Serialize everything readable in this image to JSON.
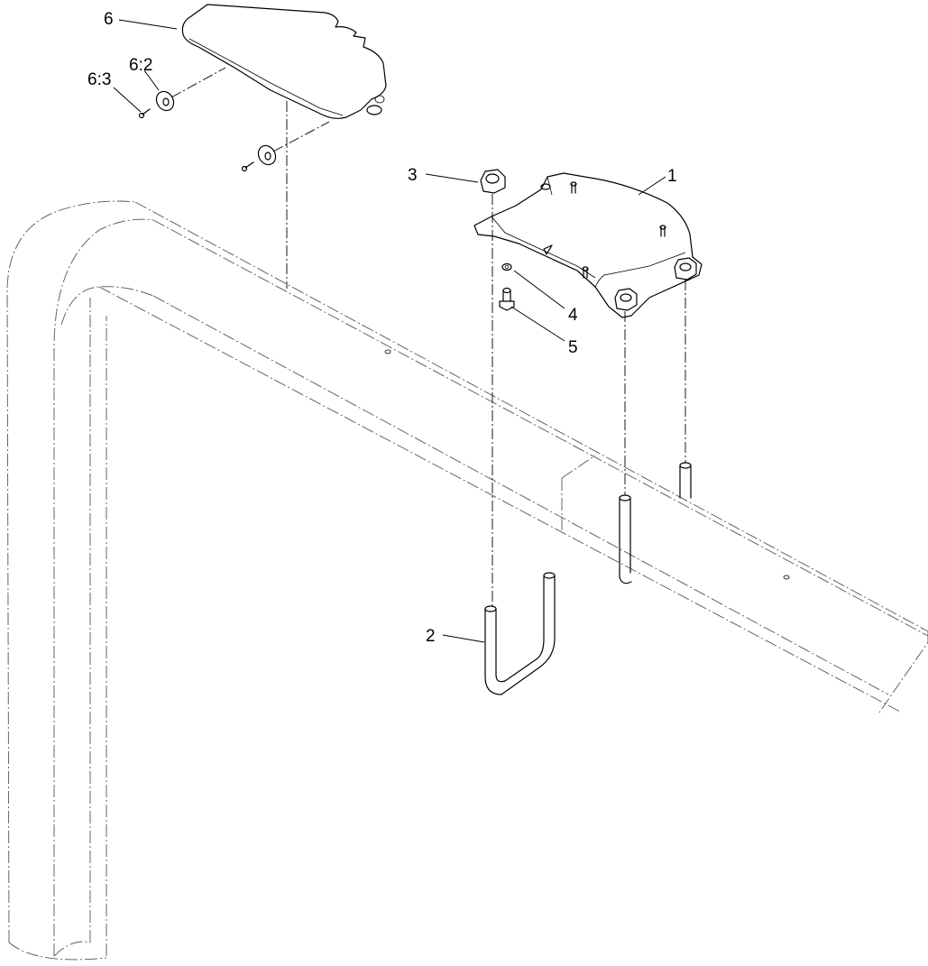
{
  "callouts": {
    "c1": "1",
    "c2": "2",
    "c3": "3",
    "c4": "4",
    "c5": "5",
    "c6": "6",
    "c6_2": "6:2",
    "c6_3": "6:3"
  }
}
